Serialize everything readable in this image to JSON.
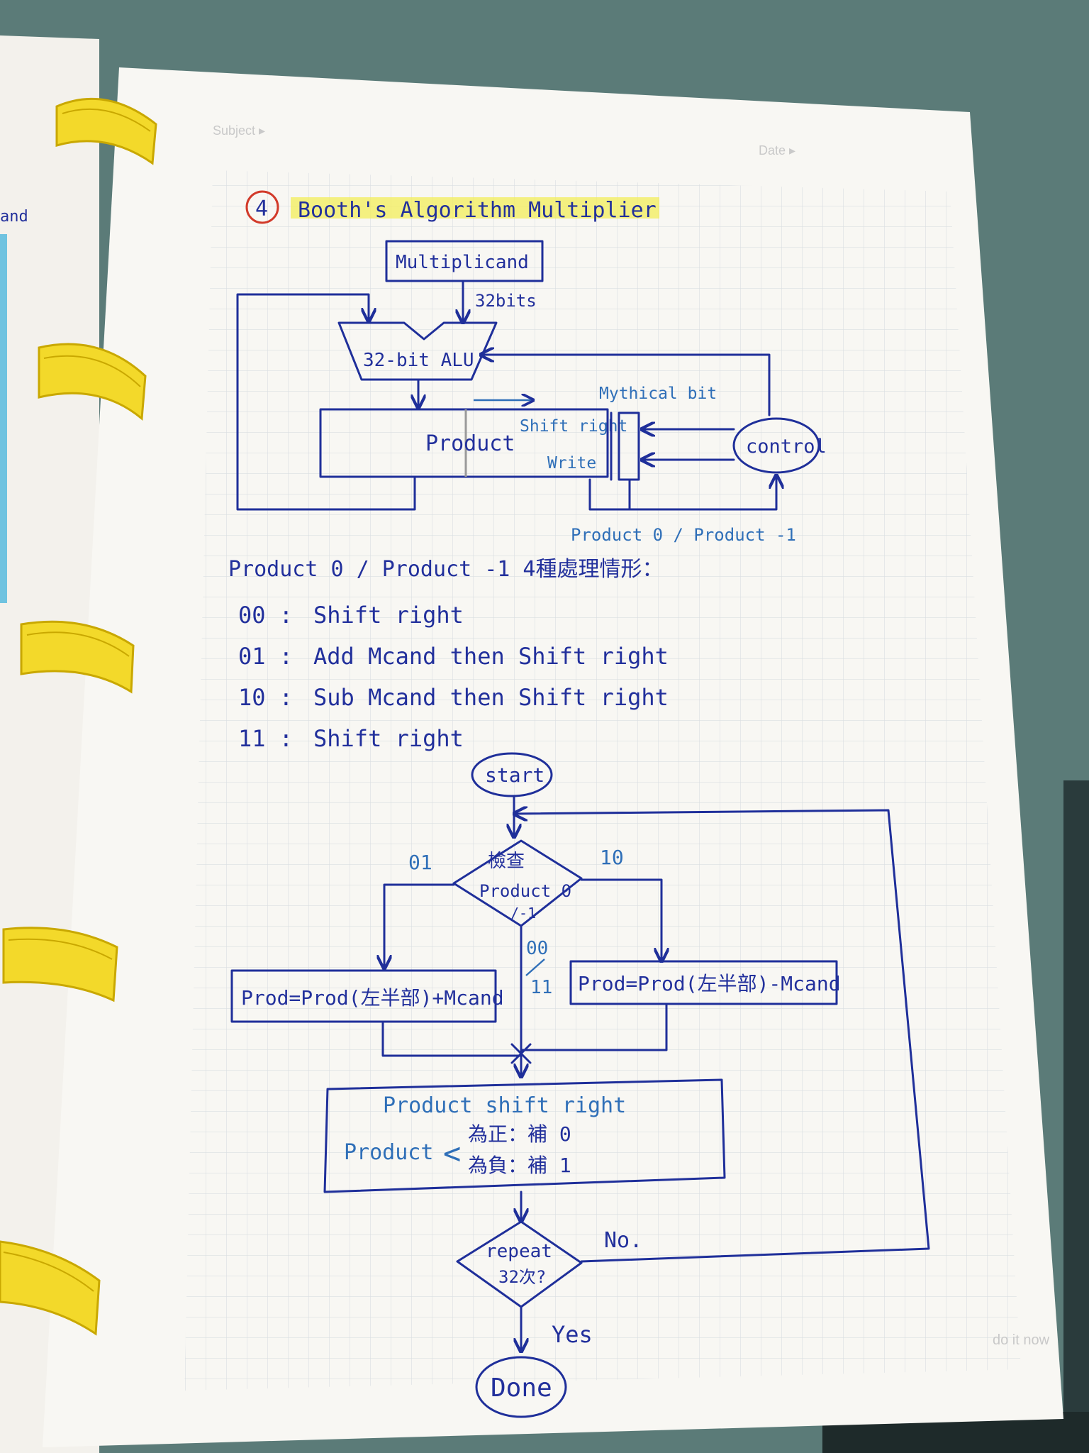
{
  "page": {
    "subject_label": "Subject ▸",
    "date_label": "Date ▸",
    "corner_label": "do it now",
    "left_page_fragment": "and"
  },
  "title": {
    "number": "4",
    "text": "Booth's Algorithm Multiplier"
  },
  "hardware_diagram": {
    "multiplicand": "Multiplicand",
    "bits": "32bits",
    "alu": "32-bit ALU",
    "product": "Product",
    "shift_right": "Shift right",
    "write": "Write",
    "mythical_bit": "Mythical bit",
    "control": "control",
    "feedback": "Product 0 / Product -1"
  },
  "cases": {
    "heading": "Product 0 / Product -1 4種處理情形：",
    "rows": [
      {
        "code": "00 :",
        "action": "Shift right"
      },
      {
        "code": "01 :",
        "action": "Add Mcand then Shift right"
      },
      {
        "code": "10 :",
        "action": "Sub Mcand then Shift right"
      },
      {
        "code": "11 :",
        "action": "Shift right"
      }
    ]
  },
  "flowchart": {
    "start": "start",
    "check_line1": "檢查",
    "check_line2": "Product 0",
    "check_line3": "/-1",
    "label_01": "01",
    "label_10": "10",
    "label_00": "00",
    "label_11": "11",
    "add_box": "Prod=Prod(左半部)+Mcand",
    "sub_box": "Prod=Prod(左半部)-Mcand",
    "shift_title": "Product shift right",
    "shift_prefix": "Product",
    "shift_pos": "為正：補 0",
    "shift_neg": "為負：補 1",
    "repeat_line1": "repeat",
    "repeat_line2": "32次?",
    "no": "No.",
    "yes": "Yes",
    "done": "Done"
  }
}
